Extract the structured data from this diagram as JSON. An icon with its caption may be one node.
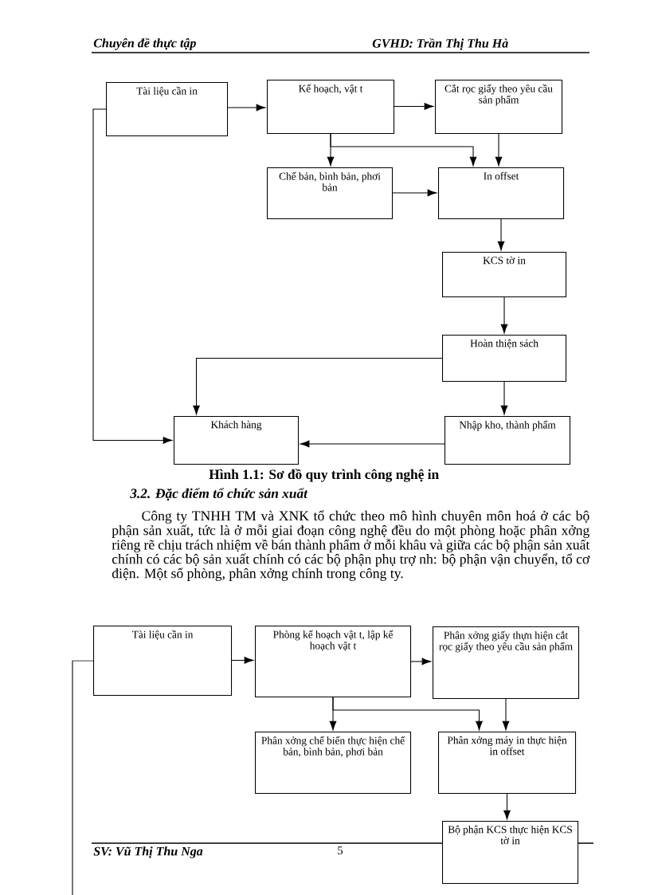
{
  "diagram": {
    "caption": "Hình 1.1: Sơ đồ quy trình công nghệ in",
    "nodes": [
      {
        "text": [
          "Tài liệu cần in"
        ]
      },
      {
        "text": [
          "Kế hoạch, vật t"
        ]
      },
      {
        "text": [
          "Cắt rọc giấy theo yêu cầu sản phẩm"
        ]
      },
      {
        "text": [
          "Chế bản, bình bản, phơi bản"
        ]
      },
      {
        "text": [
          "In offset"
        ]
      },
      {
        "text": [
          "KCS tờ in"
        ]
      },
      {
        "text": [
          "Hoàn thiện sách"
        ]
      },
      {
        "text": [
          "Nhập kho, thành phẩm"
        ]
      },
      {
        "text": [
          "Khách hàng"
        ]
      },
      {
        "text": [
          "Tài liệu cần in"
        ]
      },
      {
        "text": [
          "Phòng kế hoạch vật t, lập kế hoạch vật t"
        ]
      },
      {
        "text": [
          "Phân xởng giấy thựn hiện cắt rọc giấy theo yêu cầu sản phẩm"
        ]
      },
      {
        "text": [
          "Phân xởng chế biến thực hiện chế bản, bình bản, phơi bản"
        ]
      },
      {
        "text": [
          "Phân xởng máy in thực hiện in offset"
        ]
      },
      {
        "text": [
          "Bộ phận KCS thực hiện KCS tờ in"
        ]
      }
    ],
    "edges": [
      {
        "from": 0,
        "to": 1,
        "arrow": "to"
      },
      {
        "from": 1,
        "to": 2,
        "arrow": "to"
      },
      {
        "from": 1,
        "to": 3,
        "arrow": "to"
      },
      {
        "from": 1,
        "to": 4,
        "arrow": "to"
      },
      {
        "from": 2,
        "to": 4,
        "arrow": "to"
      },
      {
        "from": 3,
        "to": 4,
        "arrow": "to"
      },
      {
        "from": 4,
        "to": 5,
        "arrow": "to"
      },
      {
        "from": 5,
        "to": 6,
        "arrow": "to"
      },
      {
        "from": 6,
        "to": 7,
        "arrow": "to"
      },
      {
        "from": 6,
        "to": 8,
        "arrow": "to"
      },
      {
        "from": 7,
        "to": 8,
        "arrow": "to"
      },
      {
        "from": 0,
        "to": 8,
        "arrow": "to"
      },
      {
        "from": 9,
        "to": 10,
        "arrow": "to"
      },
      {
        "from": 10,
        "to": 11,
        "arrow": "to"
      },
      {
        "from": 10,
        "to": 12,
        "arrow": "to"
      },
      {
        "from": 10,
        "to": 13,
        "arrow": "to"
      },
      {
        "from": 11,
        "to": 13,
        "arrow": "to"
      },
      {
        "from": 13,
        "to": 14,
        "arrow": "to"
      },
      {
        "from": 9,
        "to": null,
        "arrow": "none"
      }
    ],
    "labels": [
      "Chuyên đề thực tập",
      "GVHD: Trần Thị Thu Hà",
      "3.2. Đặc điểm tổ chức sản xuất",
      "Công ty TNHH TM và XNK tổ chức theo mô hình chuyên môn hoá ở các bộ phận sản xuất, tức là ở mỗi giai đoạn công nghệ đều do một phòng hoặc phân xởng riêng rẽ chịu trách nhiệm về bán thành phẩm ở mỗi khâu và giữa các bộ phận sản xuất chính có các bộ sản xuất chính có các bộ phận phụ trợ nh: bộ phận vận chuyển, tổ cơ điện. Một số phòng, phân xởng chính trong công ty.",
      "SV: Vũ Thị Thu Nga",
      "5"
    ]
  }
}
